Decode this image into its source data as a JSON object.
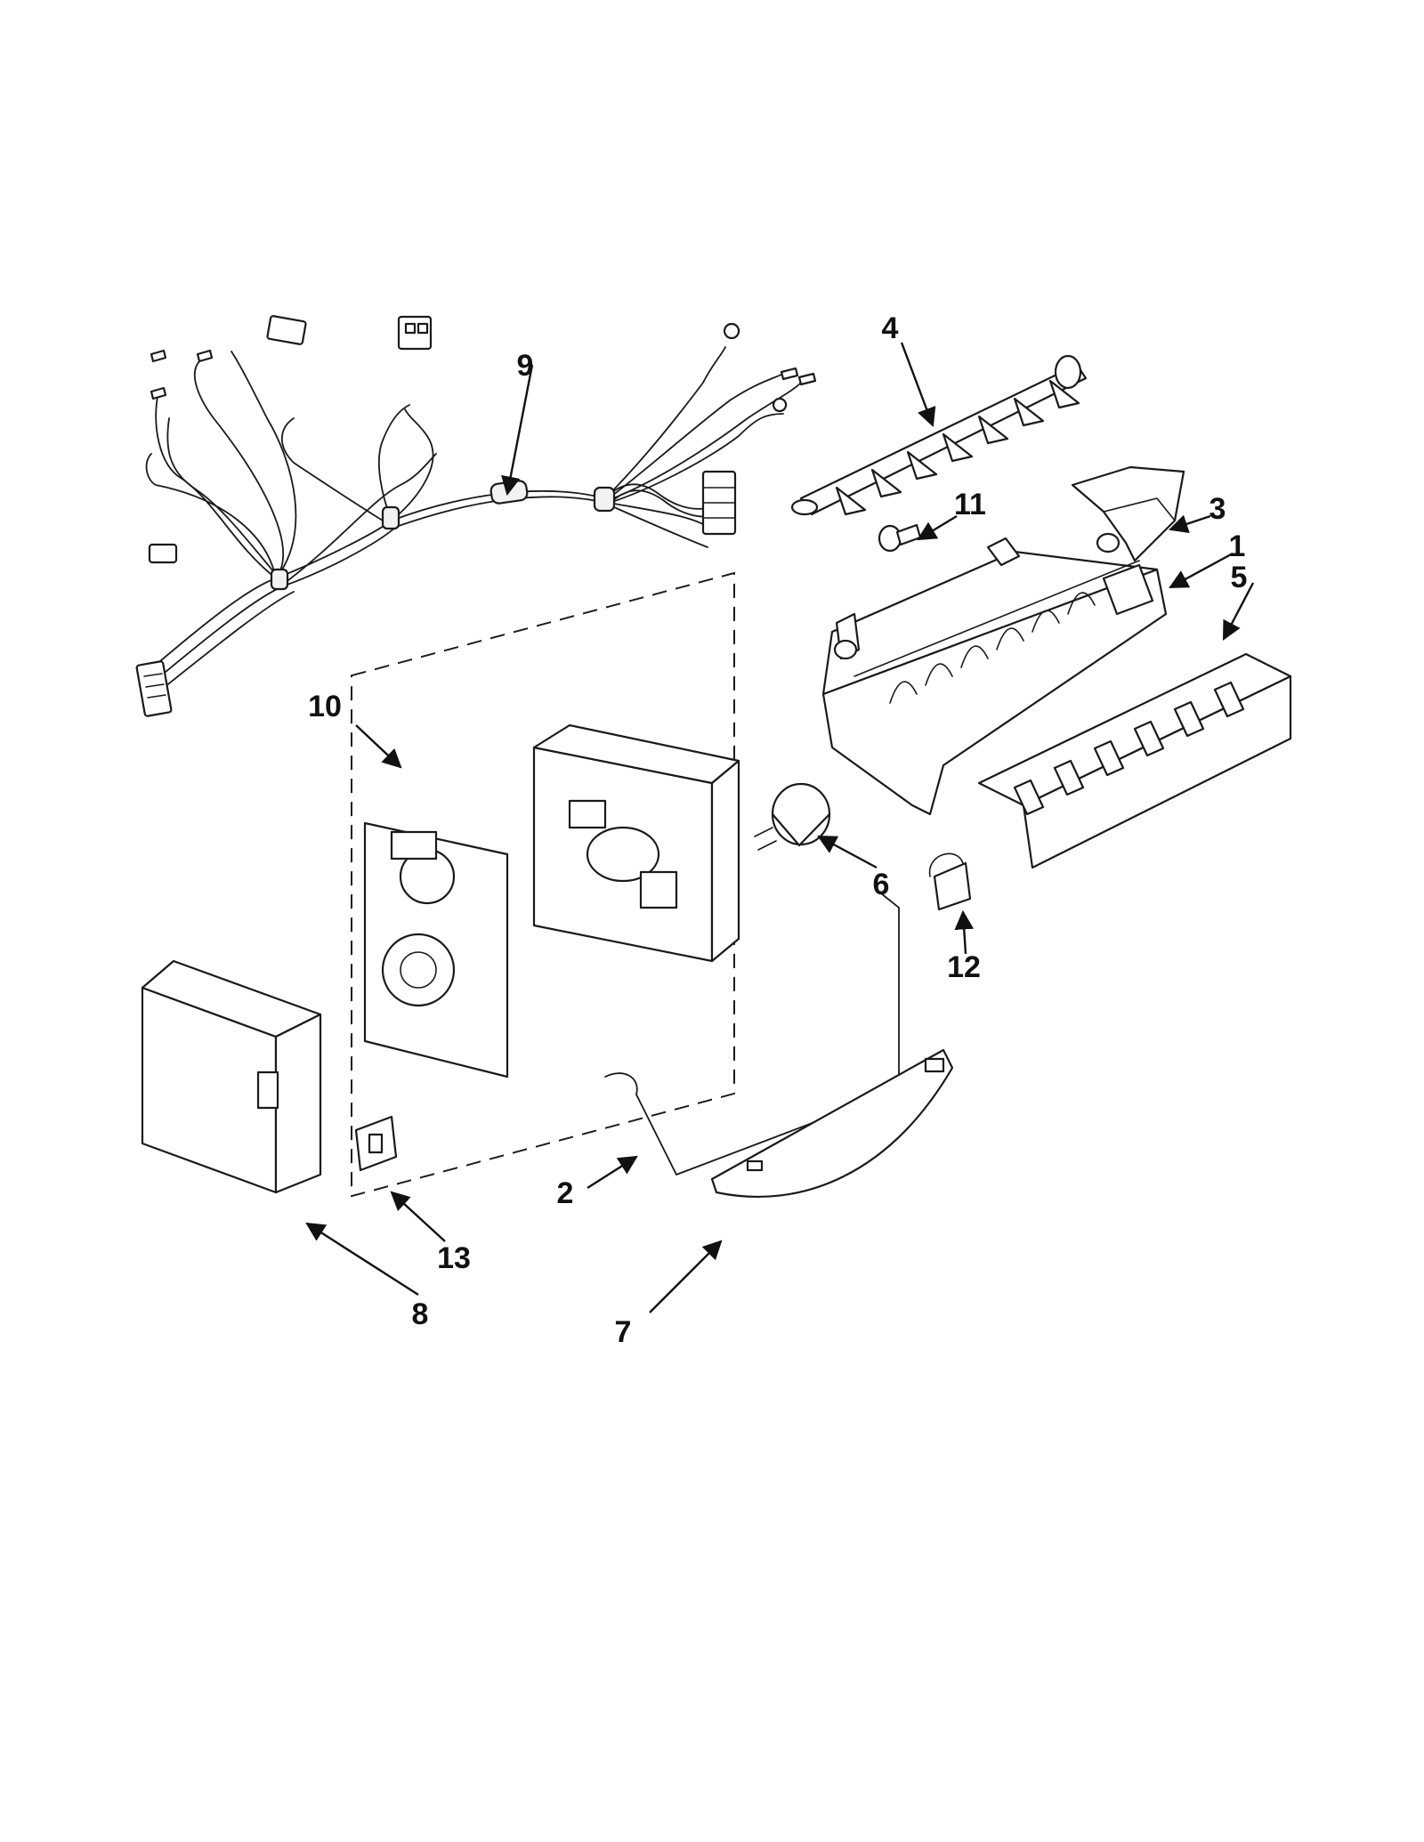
{
  "callouts": {
    "c1": "1",
    "c2": "2",
    "c3": "3",
    "c4": "4",
    "c5": "5",
    "c6": "6",
    "c7": "7",
    "c8": "8",
    "c9": "9",
    "c10": "10",
    "c11": "11",
    "c12": "12",
    "c13": "13"
  },
  "colors": {
    "ink": "#111111",
    "paper": "#ffffff"
  }
}
